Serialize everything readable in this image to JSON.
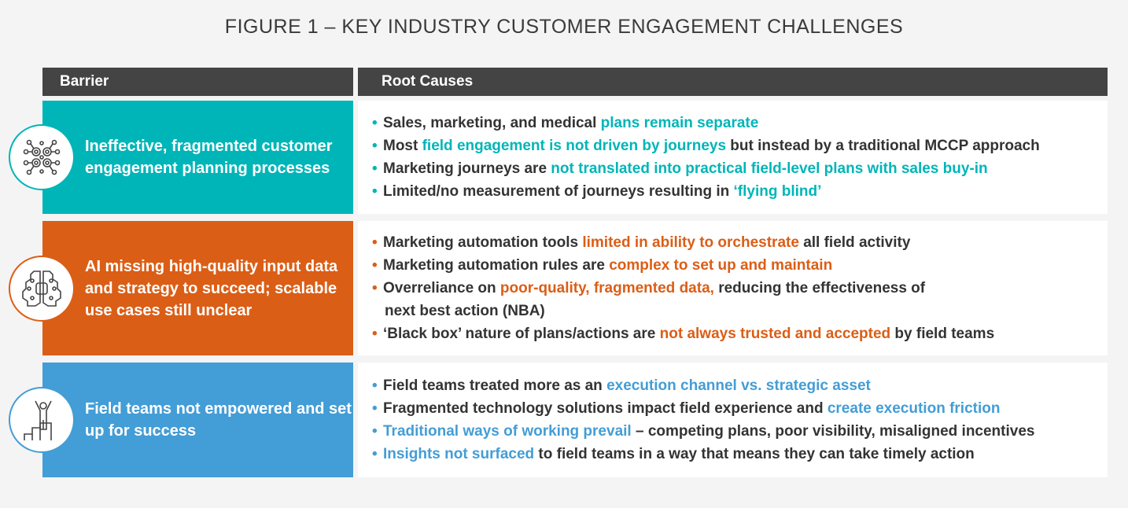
{
  "title": "FIGURE 1 – KEY INDUSTRY CUSTOMER ENGAGEMENT CHALLENGES",
  "headers": {
    "barrier": "Barrier",
    "root_causes": "Root Causes"
  },
  "colors": {
    "teal": "#00b5b8",
    "orange": "#db5e16",
    "blue": "#439dd6",
    "header": "#444444"
  },
  "rows": [
    {
      "icon": "network-nodes-icon",
      "color": "#00b5b8",
      "barrier": "Ineffective, fragmented customer engagement planning processes",
      "bullets": [
        [
          {
            "t": "Sales, marketing, and medical "
          },
          {
            "t": "plans remain separate",
            "h": 1
          }
        ],
        [
          {
            "t": "Most "
          },
          {
            "t": "field engagement is not driven by journeys",
            "h": 1
          },
          {
            "t": " but instead by a traditional MCCP approach"
          }
        ],
        [
          {
            "t": "Marketing journeys are "
          },
          {
            "t": "not translated into practical field-level plans with sales buy-in",
            "h": 1
          }
        ],
        [
          {
            "t": "Limited/no measurement of journeys resulting in "
          },
          {
            "t": "‘flying blind’",
            "h": 1
          }
        ]
      ]
    },
    {
      "icon": "ai-brain-icon",
      "color": "#db5e16",
      "barrier": "AI missing high-quality input data and strategy to succeed; scalable use cases still unclear",
      "bullets": [
        [
          {
            "t": "Marketing automation tools "
          },
          {
            "t": "limited in ability to orchestrate",
            "h": 1
          },
          {
            "t": " all field activity"
          }
        ],
        [
          {
            "t": "Marketing automation rules are "
          },
          {
            "t": "complex to set up and maintain",
            "h": 1
          }
        ],
        [
          {
            "t": "Overreliance on "
          },
          {
            "t": "poor-quality, fragmented data,",
            "h": 1
          },
          {
            "t": " reducing the effectiveness of"
          }
        ],
        [
          {
            "t": "next best action (NBA)",
            "cont": 1
          }
        ],
        [
          {
            "t": "‘Black box’ nature of plans/actions are "
          },
          {
            "t": "not always trusted and accepted",
            "h": 1
          },
          {
            "t": " by field teams"
          }
        ]
      ]
    },
    {
      "icon": "person-on-podium-icon",
      "color": "#439dd6",
      "barrier": "Field teams not empowered and set up for success",
      "bullets": [
        [
          {
            "t": "Field teams treated more as an "
          },
          {
            "t": "execution channel vs. strategic asset",
            "h": 1
          }
        ],
        [
          {
            "t": "Fragmented technology solutions impact field experience and "
          },
          {
            "t": "create execution friction",
            "h": 1
          }
        ],
        [
          {
            "t": "Traditional ways of working prevail",
            "h": 1
          },
          {
            "t": " – competing plans, poor visibility, misaligned incentives"
          }
        ],
        [
          {
            "t": "Insights not surfaced",
            "h": 1
          },
          {
            "t": " to field teams in a way that means they can take timely action"
          }
        ]
      ]
    }
  ]
}
